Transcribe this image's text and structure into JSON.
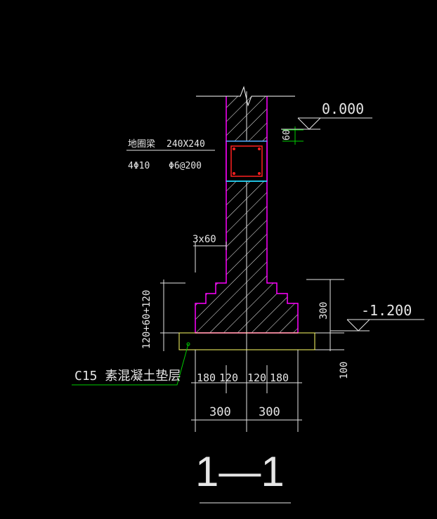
{
  "drawing": {
    "beam_label": "地圈梁",
    "beam_size": "240X240",
    "beam_main_rebar": "4Φ10",
    "beam_stirrup": "Φ6@200",
    "elevation_top": "0.000",
    "elevation_bottom": "-1.200",
    "beam_offset_dim": "60",
    "step_dim": "3x60",
    "step_height_dim": "120+60+120",
    "step_height_total": "300",
    "bedding_thickness": "100",
    "bedding_label": "C15  素混凝土垫层",
    "base_widths": [
      "180",
      "120",
      "120",
      "180"
    ],
    "half_widths": [
      "300",
      "300"
    ],
    "section_title": "1—1"
  },
  "colors": {
    "background": "#000000",
    "wall_outline": "#ff00ff",
    "hatch": "#ffffff",
    "beam_rebar": "#ff2020",
    "cyan_line": "#00ffff",
    "bedding": "#ffff66",
    "leader": "#00cc00",
    "dimension": "#e6e6e6"
  }
}
